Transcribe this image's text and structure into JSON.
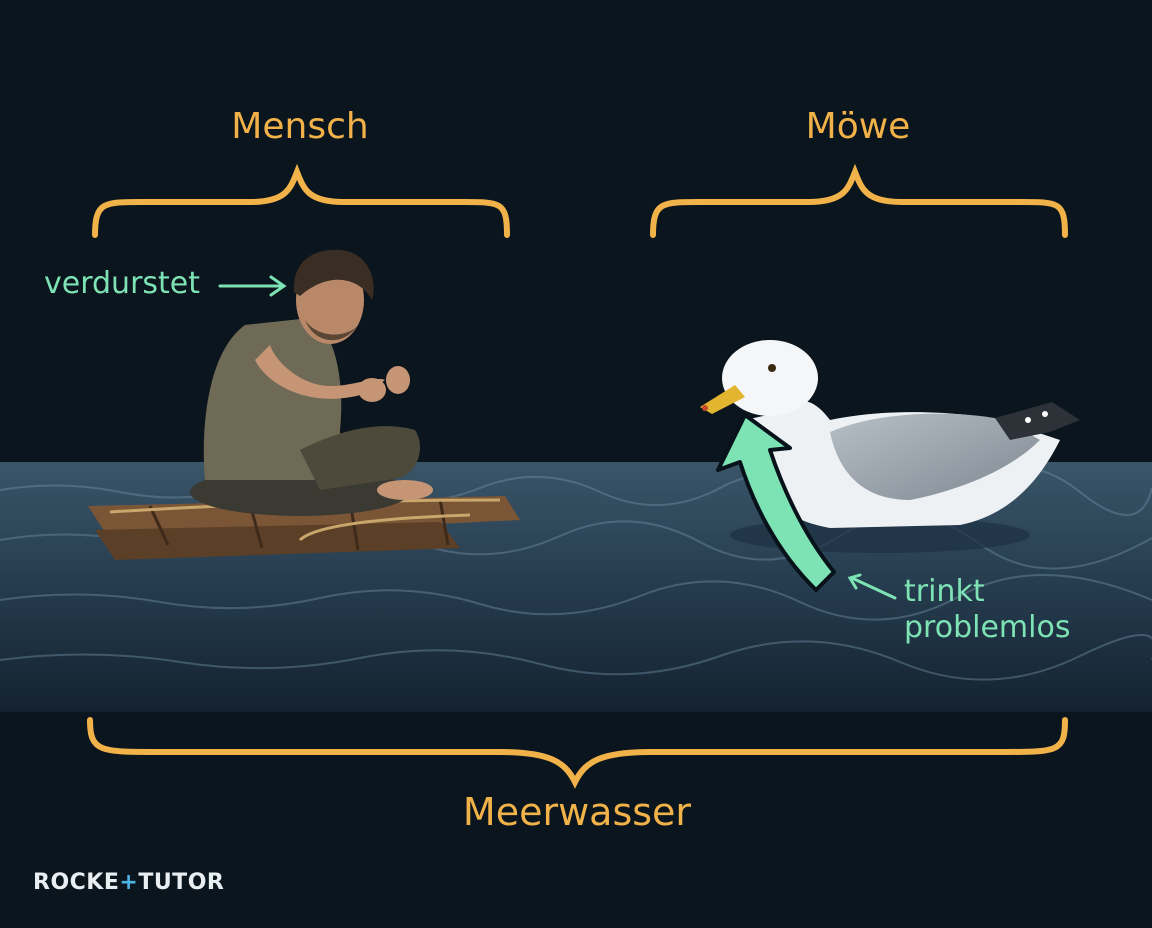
{
  "labels": {
    "mensch": "Mensch",
    "moewe": "Möwe",
    "meerwasser": "Meerwasser",
    "verdurstet": "verdurstet",
    "trinkt_line1": "trinkt",
    "trinkt_line2": "problemlos"
  },
  "logo": {
    "part1": "ROCKE",
    "plus": "+",
    "part2": "TUTOR"
  },
  "colors": {
    "background": "#0b151d",
    "brace": "#f2b24a",
    "annotation": "#7ee3b4",
    "sea": "#2a4458"
  }
}
